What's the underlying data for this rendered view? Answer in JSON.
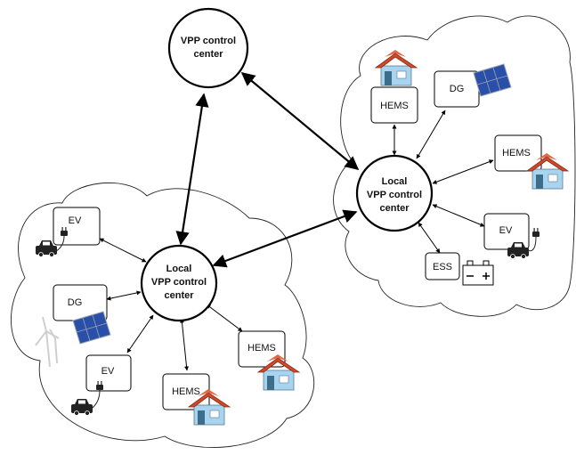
{
  "top_center": {
    "line1": "VPP control",
    "line2": "center"
  },
  "local_left": {
    "line1": "Local",
    "line2": "VPP control",
    "line3": "center"
  },
  "local_right": {
    "line1": "Local",
    "line2": "VPP control",
    "line3": "center"
  },
  "labels": {
    "ev": "EV",
    "dg": "DG",
    "hems": "HEMS",
    "ess": "ESS"
  },
  "colors": {
    "roof": "#cf4a2a",
    "wall": "#a8d4f0",
    "solar": "#2a4fa8",
    "car": "#222222"
  }
}
